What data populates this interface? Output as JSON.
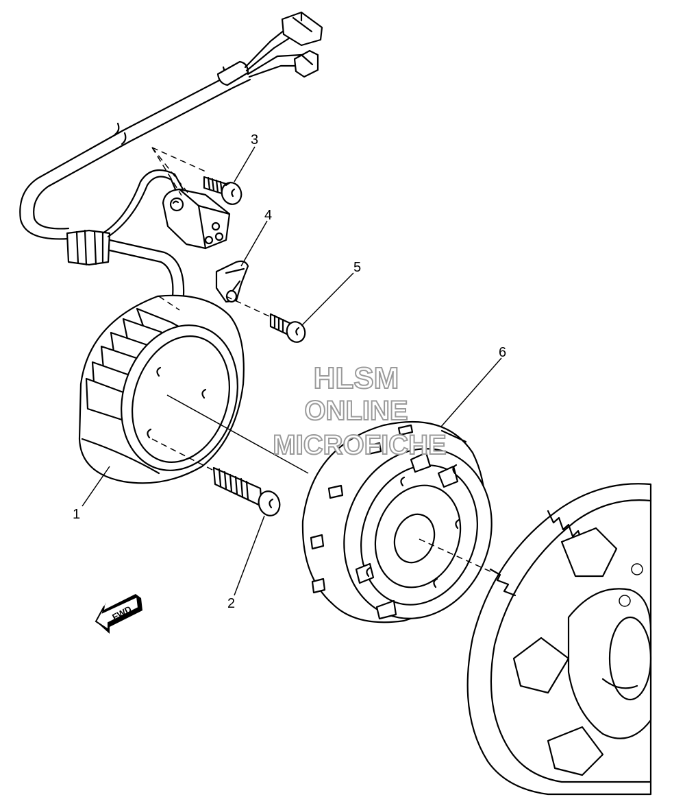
{
  "callouts": {
    "c1": "1",
    "c2": "2",
    "c3": "3",
    "c4": "4",
    "c5": "5",
    "c6": "6"
  },
  "watermark": {
    "line1": "HLSM",
    "line2": "ONLINE",
    "line3": "MICROFICHE"
  },
  "fwd_arrow": {
    "label": "FWD",
    "icon": "fwd-arrow-icon"
  }
}
